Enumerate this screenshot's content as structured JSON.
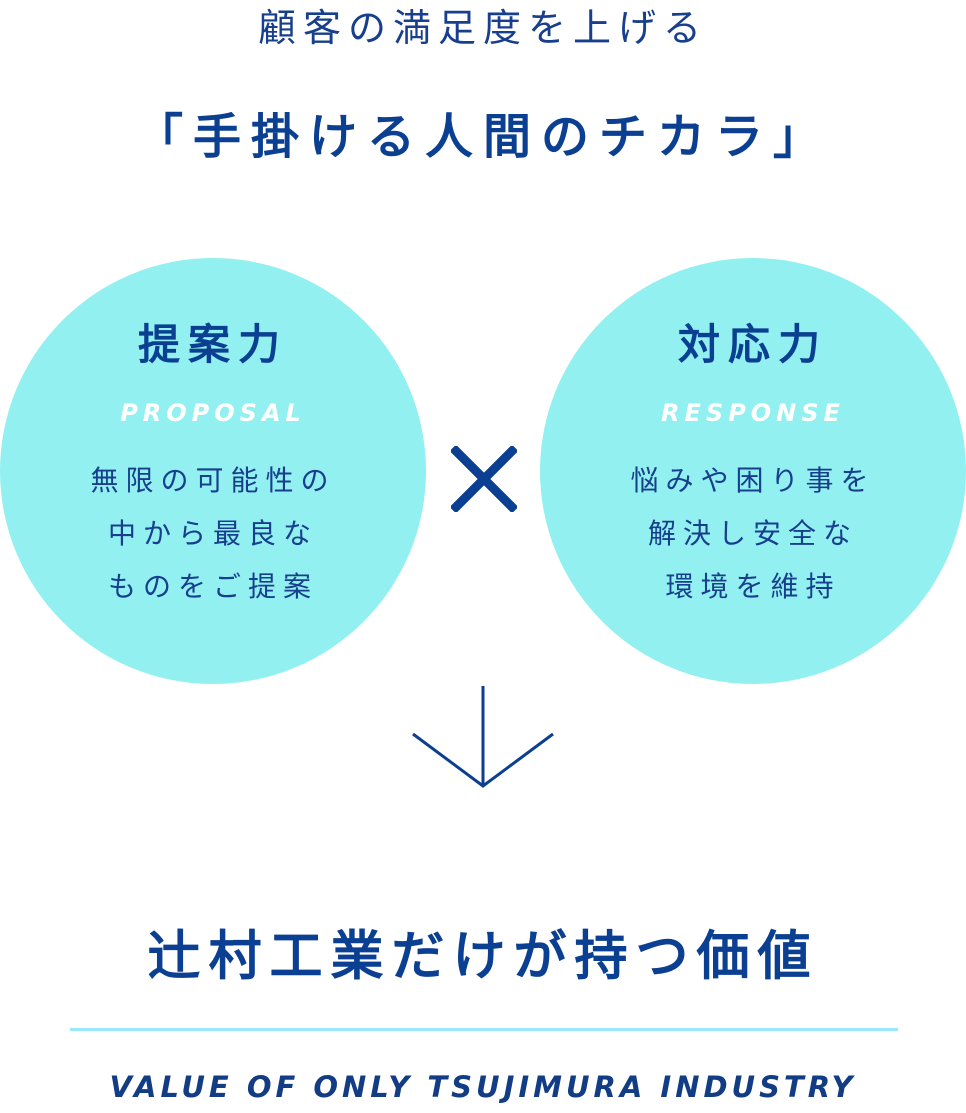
{
  "header": {
    "subtitle": "顧客の満足度を上げる",
    "headline": "「手掛ける人間のチカラ」"
  },
  "proposal": {
    "title": "提案力",
    "eng": "PROPOSAL",
    "lines": [
      "無限の可能性の",
      "中から最良な",
      "ものをご提案"
    ]
  },
  "response": {
    "title": "対応力",
    "eng": "RESPONSE",
    "lines": [
      "悩みや困り事を",
      "解決し安全な",
      "環境を維持"
    ]
  },
  "icons": {
    "times": "times-icon",
    "arrow": "arrow-down-icon"
  },
  "value": {
    "title": "辻村工業だけが持つ価値",
    "eng": "VALUE OF ONLY TSUJIMURA INDUSTRY"
  },
  "colors": {
    "primary": "#0b3f91",
    "circle": "#92f0f0",
    "divider": "#9be7fb",
    "white": "#ffffff"
  }
}
